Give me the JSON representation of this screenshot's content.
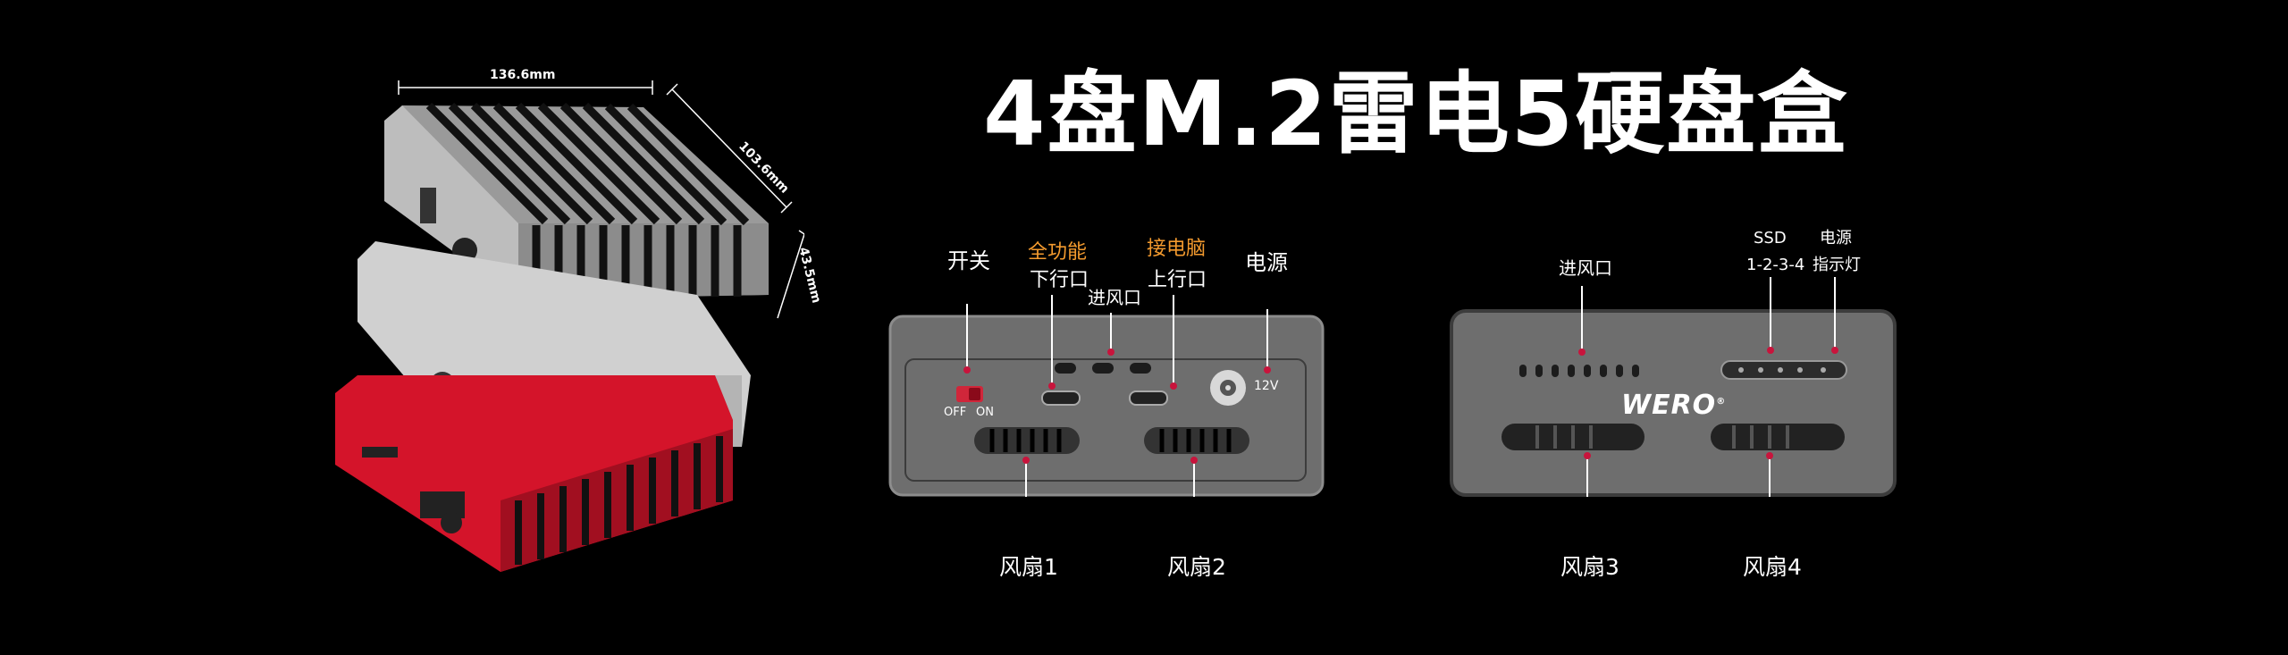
{
  "title": "4盘M.2雷电5硬盘盒",
  "dimensions": {
    "width": "136.6mm",
    "depth": "103.6mm",
    "height": "43.5mm"
  },
  "front_panel": {
    "switch_label": "开关",
    "switch_states": {
      "off": "OFF",
      "on": "ON"
    },
    "port1_title": "全功能",
    "port1_sub": "下行口",
    "vent_label": "进风口",
    "port2_title": "接电脑",
    "port2_sub": "上行口",
    "power_label": "电源",
    "power_spec": "12V",
    "fan1": "风扇1",
    "fan2": "风扇2"
  },
  "back_panel": {
    "vent_label": "进风口",
    "ssd_label": "SSD",
    "ssd_numbers": "1-2-3-4",
    "power_led_label": "电源",
    "power_led_sub": "指示灯",
    "brand": "WERO",
    "registered": "®",
    "fan3": "风扇3",
    "fan4": "风扇4"
  },
  "colors": {
    "background": "#000000",
    "accent_orange": "#f39a2e",
    "marker_red": "#c8143c",
    "panel_gray": "#6e6e6e",
    "enclosure_red": "#d4142a",
    "enclosure_silver": "#a9a9a9"
  }
}
